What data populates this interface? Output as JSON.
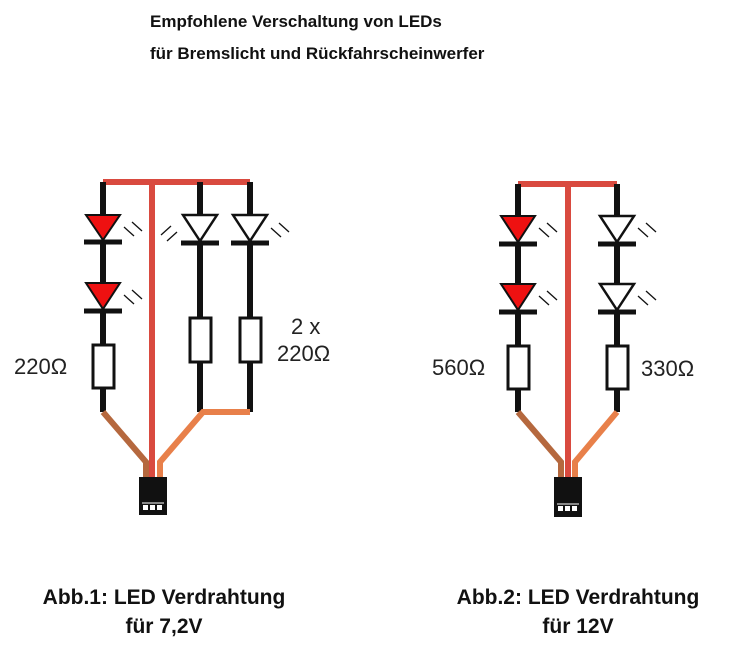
{
  "title_line1": "Empfohlene Verschaltung von LEDs",
  "title_line2": "für Bremslicht und Rückfahrscheinwerfer",
  "fig1": {
    "resistor_left": "220Ω",
    "resistor_right_line1": "2 x",
    "resistor_right_line2": "220Ω",
    "caption_line1": "Abb.1: LED Verdrahtung",
    "caption_line2": "für 7,2V"
  },
  "fig2": {
    "resistor_left": "560Ω",
    "resistor_right": "330Ω",
    "caption_line1": "Abb.2: LED Verdrahtung",
    "caption_line2": "für 12V"
  },
  "colors": {
    "wire_plus": "#d94a3f",
    "wire_left": "#b5683e",
    "wire_right": "#e8804a",
    "led_red": "#ee1111",
    "led_white": "#ffffff",
    "conductor": "#111111"
  }
}
